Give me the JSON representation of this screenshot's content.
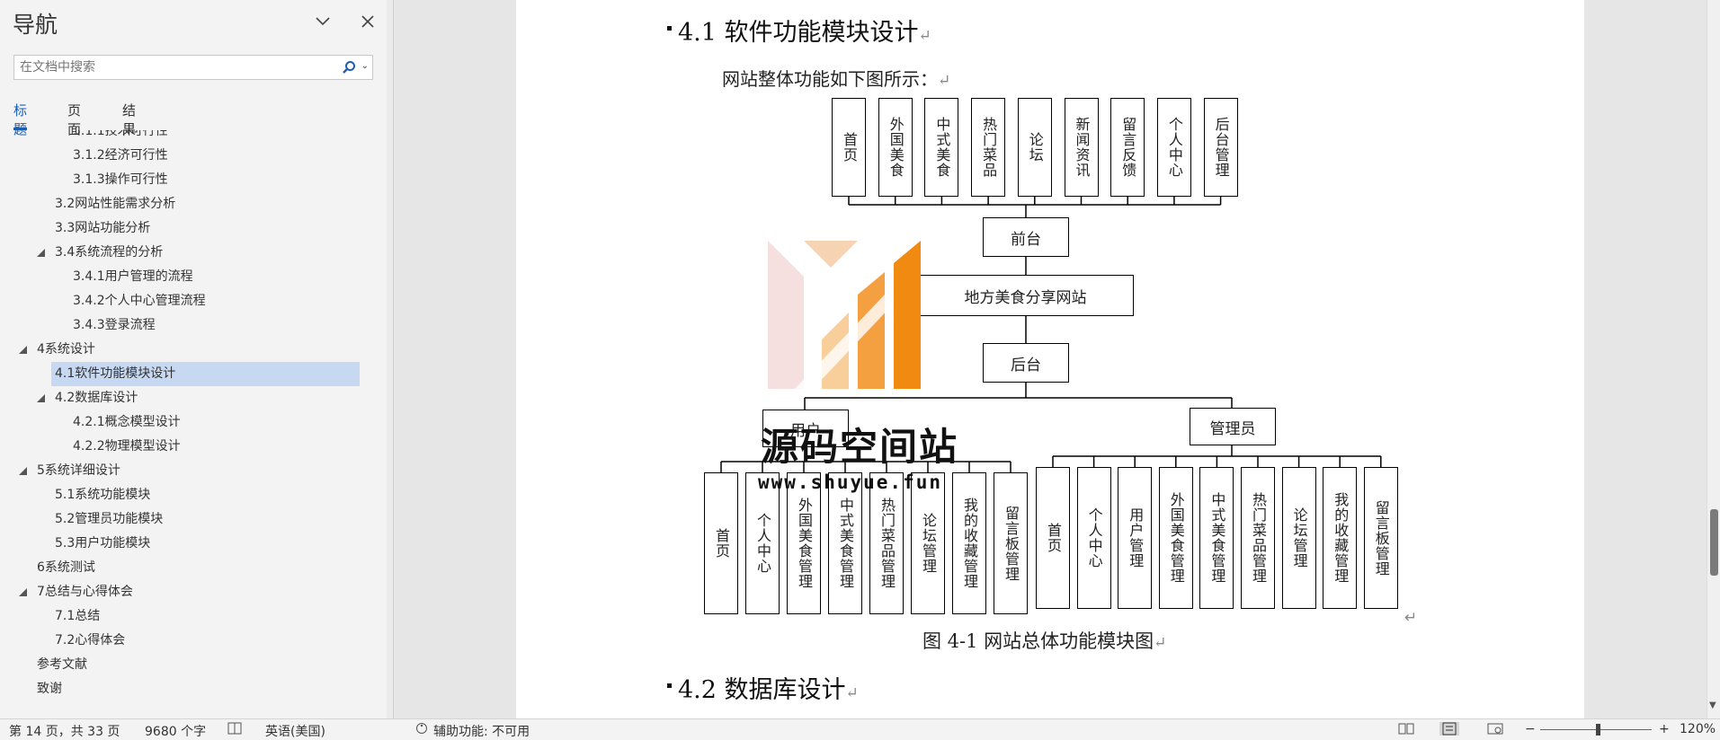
{
  "nav": {
    "title": "导航",
    "search_placeholder": "在文档中搜索",
    "tabs": [
      "标题",
      "页面",
      "结果"
    ],
    "tree": [
      {
        "label": "3.1.1技术可行性",
        "level": 3,
        "expand": false
      },
      {
        "label": "3.1.2经济可行性",
        "level": 3,
        "expand": false
      },
      {
        "label": "3.1.3操作可行性",
        "level": 3,
        "expand": false
      },
      {
        "label": "3.2网站性能需求分析",
        "level": 2,
        "expand": false
      },
      {
        "label": "3.3网站功能分析",
        "level": 2,
        "expand": false
      },
      {
        "label": "3.4系统流程的分析",
        "level": 2,
        "expand": true
      },
      {
        "label": "3.4.1用户管理的流程",
        "level": 3,
        "expand": false
      },
      {
        "label": "3.4.2个人中心管理流程",
        "level": 3,
        "expand": false
      },
      {
        "label": "3.4.3登录流程",
        "level": 3,
        "expand": false
      },
      {
        "label": "4系统设计",
        "level": 1,
        "expand": true
      },
      {
        "label": "4.1软件功能模块设计",
        "level": 2,
        "expand": false,
        "selected": true
      },
      {
        "label": "4.2数据库设计",
        "level": 2,
        "expand": true
      },
      {
        "label": "4.2.1概念模型设计",
        "level": 3,
        "expand": false
      },
      {
        "label": "4.2.2物理模型设计",
        "level": 3,
        "expand": false
      },
      {
        "label": "5系统详细设计",
        "level": 1,
        "expand": true
      },
      {
        "label": "5.1系统功能模块",
        "level": 2,
        "expand": false
      },
      {
        "label": "5.2管理员功能模块",
        "level": 2,
        "expand": false
      },
      {
        "label": "5.3用户功能模块",
        "level": 2,
        "expand": false
      },
      {
        "label": "6系统测试",
        "level": 1,
        "expand": false
      },
      {
        "label": "7总结与心得体会",
        "level": 1,
        "expand": true
      },
      {
        "label": "7.1总结",
        "level": 2,
        "expand": false
      },
      {
        "label": "7.2心得体会",
        "level": 2,
        "expand": false
      },
      {
        "label": "参考文献",
        "level": 1,
        "expand": false
      },
      {
        "label": "致谢",
        "level": 1,
        "expand": false
      }
    ]
  },
  "doc": {
    "heading1": "4.1 软件功能模块设计",
    "para1": "网站整体功能如下图所示：",
    "diagram": {
      "front_modules": [
        "首页",
        "外国美食",
        "中式美食",
        "热门菜品",
        "论坛",
        "新闻资讯",
        "留言反馈",
        "个人中心",
        "后台管理"
      ],
      "front": "前台",
      "root": "地方美食分享网站",
      "back": "后台",
      "user": "用户",
      "admin": "管理员",
      "user_modules": [
        "首页",
        "个人中心",
        "外国美食管理",
        "中式美食管理",
        "热门菜品管理",
        "论坛管理",
        "我的收藏管理",
        "留言板管理"
      ],
      "admin_modules": [
        "首页",
        "个人中心",
        "用户管理",
        "外国美食管理",
        "中式美食管理",
        "热门菜品管理",
        "论坛管理",
        "我的收藏管理",
        "留言板管理"
      ]
    },
    "caption": "图  4-1 网站总体功能模块图",
    "heading2": "4.2 数据库设计",
    "return_mark": "↵"
  },
  "watermark": {
    "title": "源码空间站",
    "url": "www.shuyue.fun"
  },
  "status": {
    "page": "第 14 页，共 33 页",
    "words": "9680 个字",
    "lang": "英语(美国)",
    "access": "辅助功能: 不可用",
    "zoom": "120%",
    "zoom_minus": "−",
    "zoom_plus": "+"
  }
}
